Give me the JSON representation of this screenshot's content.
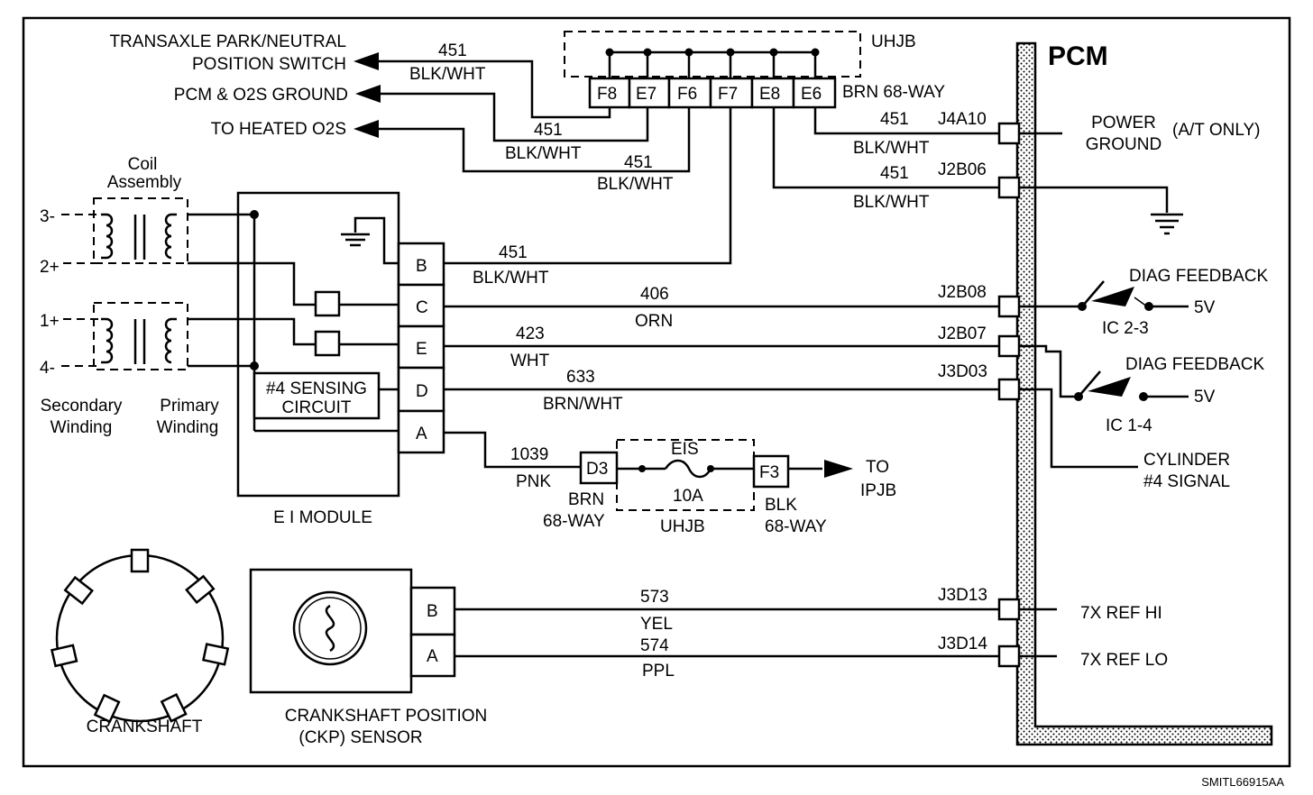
{
  "pcm": {
    "title": "PCM",
    "power_ground_1": "POWER",
    "power_ground_2": "GROUND",
    "at_only": "(A/T ONLY)",
    "diag_feedback_1": "DIAG FEEDBACK",
    "diag_feedback_2": "DIAG FEEDBACK",
    "volt_1": "5V",
    "volt_2": "5V",
    "ic_23": "IC 2-3",
    "ic_14": "IC 1-4",
    "cyl4_1": "CYLINDER",
    "cyl4_2": "#4 SIGNAL",
    "ref_hi": "7X REF HI",
    "ref_lo": "7X REF LO"
  },
  "uhjb_top": {
    "label": "UHJB",
    "connector": "BRN 68-WAY",
    "pins": [
      "F8",
      "E7",
      "F6",
      "F7",
      "E8",
      "E6"
    ]
  },
  "destinations": {
    "park_neutral_1": "TRANSAXLE PARK/NEUTRAL",
    "park_neutral_2": "POSITION SWITCH",
    "pcm_o2s_ground": "PCM & O2S GROUND",
    "heated_o2s": "TO HEATED O2S",
    "to_ipjb_1": "TO",
    "to_ipjb_2": "IPJB"
  },
  "wires": {
    "w451": "451",
    "blk_wht": "BLK/WHT",
    "w406": "406",
    "orn": "ORN",
    "w423": "423",
    "wht": "WHT",
    "w633": "633",
    "brn_wht": "BRN/WHT",
    "w1039": "1039",
    "pnk": "PNK",
    "w573": "573",
    "yel": "YEL",
    "w574": "574",
    "ppl": "PPL"
  },
  "pcm_pins": {
    "j4a10": "J4A10",
    "j2b06": "J2B06",
    "j2b08": "J2B08",
    "j2b07": "J2B07",
    "j3d03": "J3D03",
    "j3d13": "J3D13",
    "j3d14": "J3D14"
  },
  "coil": {
    "title_1": "Coil",
    "title_2": "Assembly",
    "terminals": [
      "3-",
      "2+",
      "1+",
      "4-"
    ],
    "secondary_1": "Secondary",
    "secondary_2": "Winding",
    "primary_1": "Primary",
    "primary_2": "Winding"
  },
  "ei_module": {
    "label": "E I MODULE",
    "pins": [
      "B",
      "C",
      "E",
      "D",
      "A"
    ],
    "sensing_1": "#4 SENSING",
    "sensing_2": "CIRCUIT"
  },
  "uhjb_fuse": {
    "pin_in": "D3",
    "pin_out": "F3",
    "fuse_name": "EIS",
    "fuse_rating": "10A",
    "label": "UHJB",
    "brn_1": "BRN",
    "brn_2": "68-WAY",
    "blk_1": "BLK",
    "blk_2": "68-WAY"
  },
  "ckp": {
    "label_1": "CRANKSHAFT POSITION",
    "label_2": "(CKP) SENSOR",
    "pins": [
      "B",
      "A"
    ],
    "crankshaft": "CRANKSHAFT"
  },
  "figure_id": "SMITL66915AA"
}
